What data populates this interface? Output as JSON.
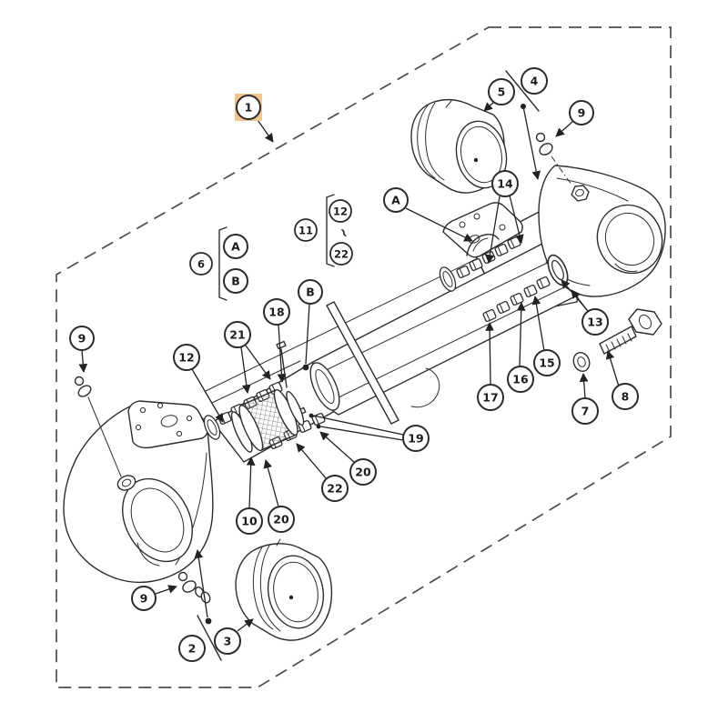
{
  "figure": {
    "selected_callout": "1"
  },
  "highlight": {
    "box_fill": "#f2c48e",
    "ball_fill": "#f4cb97",
    "ring_stroke": "#bc7e2c"
  },
  "callouts": {
    "c1": "1",
    "c2": "2",
    "c3": "3",
    "c4": "4",
    "c5": "5",
    "c6": "6",
    "c7": "7",
    "c8": "8",
    "c9a": "9",
    "c9b": "9",
    "c9c": "9",
    "c10": "10",
    "c11": "11",
    "c12a": "12",
    "c12b": "12",
    "c13": "13",
    "c14": "14",
    "c15": "15",
    "c16": "16",
    "c17": "17",
    "c18": "18",
    "c19": "19",
    "c20a": "20",
    "c20b": "20",
    "c21": "21",
    "c22a": "22",
    "c22b": "22",
    "cAa": "A",
    "cA1": "A",
    "cBa": "B",
    "cB1": "B",
    "tilde": "~"
  }
}
